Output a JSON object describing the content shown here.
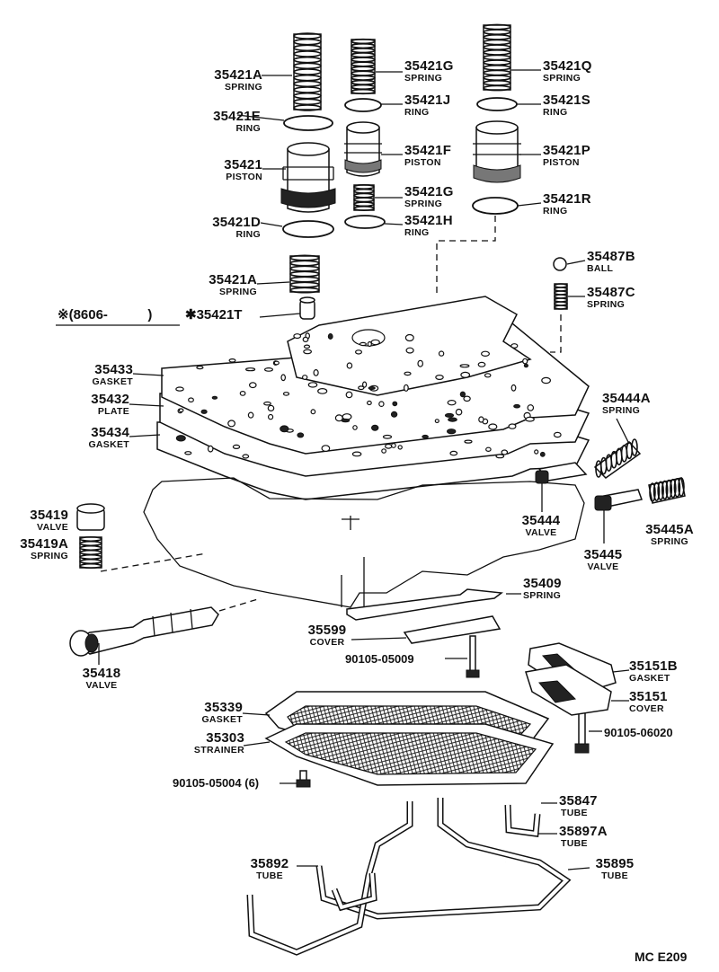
{
  "diagram_code": "MC E209",
  "note": {
    "mark": "※(8606-",
    "close": ")",
    "part": "✱35421T"
  },
  "parts": {
    "p35421A_top": {
      "num": "35421A",
      "name": "SPRING"
    },
    "p35421E": {
      "num": "35421E",
      "name": "RING"
    },
    "p35421": {
      "num": "35421",
      "name": "PISTON"
    },
    "p35421D": {
      "num": "35421D",
      "name": "RING"
    },
    "p35421A_low": {
      "num": "35421A",
      "name": "SPRING"
    },
    "p35421G_top": {
      "num": "35421G",
      "name": "SPRING"
    },
    "p35421J": {
      "num": "35421J",
      "name": "RING"
    },
    "p35421F": {
      "num": "35421F",
      "name": "PISTON"
    },
    "p35421G_low": {
      "num": "35421G",
      "name": "SPRING"
    },
    "p35421H": {
      "num": "35421H",
      "name": "RING"
    },
    "p35421Q": {
      "num": "35421Q",
      "name": "SPRING"
    },
    "p35421S": {
      "num": "35421S",
      "name": "RING"
    },
    "p35421P": {
      "num": "35421P",
      "name": "PISTON"
    },
    "p35421R": {
      "num": "35421R",
      "name": "RING"
    },
    "p35487B": {
      "num": "35487B",
      "name": "BALL"
    },
    "p35487C": {
      "num": "35487C",
      "name": "SPRING"
    },
    "p35433": {
      "num": "35433",
      "name": "GASKET"
    },
    "p35432": {
      "num": "35432",
      "name": "PLATE"
    },
    "p35434": {
      "num": "35434",
      "name": "GASKET"
    },
    "p35444A": {
      "num": "35444A",
      "name": "SPRING"
    },
    "p35444": {
      "num": "35444",
      "name": "VALVE"
    },
    "p35445": {
      "num": "35445",
      "name": "VALVE"
    },
    "p35445A": {
      "num": "35445A",
      "name": "SPRING"
    },
    "p35419": {
      "num": "35419",
      "name": "VALVE"
    },
    "p35419A": {
      "num": "35419A",
      "name": "SPRING"
    },
    "p35409": {
      "num": "35409",
      "name": "SPRING"
    },
    "p35599": {
      "num": "35599",
      "name": "COVER"
    },
    "p35418": {
      "num": "35418",
      "name": "VALVE"
    },
    "p35151B": {
      "num": "35151B",
      "name": "GASKET"
    },
    "p35151": {
      "num": "35151",
      "name": "COVER"
    },
    "p35339": {
      "num": "35339",
      "name": "GASKET"
    },
    "p35303": {
      "num": "35303",
      "name": "STRAINER"
    },
    "p35847": {
      "num": "35847",
      "name": "TUBE"
    },
    "p35897A": {
      "num": "35897A",
      "name": "TUBE"
    },
    "p35892": {
      "num": "35892",
      "name": "TUBE"
    },
    "p35895": {
      "num": "35895",
      "name": "TUBE"
    }
  },
  "bolts": {
    "b05009": "90105-05009",
    "b06020": "90105-06020",
    "b05004": "90105-05004 (6)"
  }
}
